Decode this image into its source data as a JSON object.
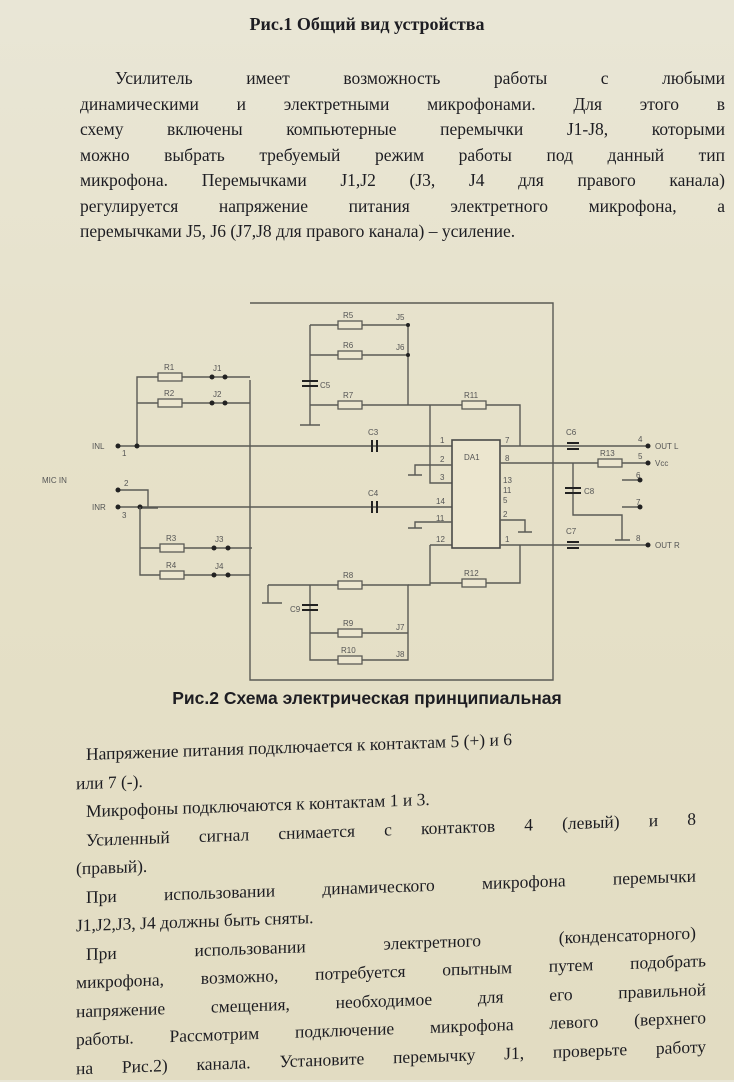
{
  "figure1_caption": "Рис.1 Общий вид устройства",
  "intro_lines": [
    "Усилитель имеет возможность работы с любыми",
    "динамическими и электретными микрофонами. Для этого в",
    "схему включены компьютерные перемычки J1-J8, которыми",
    "можно выбрать требуемый режим работы под данный тип",
    "микрофона. Перемычками J1,J2 (J3, J4 для правого канала)",
    "регулируется напряжение питания электретного микрофона, а",
    "перемычками J5, J6 (J7,J8 для правого канала) – усиление."
  ],
  "schematic": {
    "ports": {
      "in_l": "INL",
      "mic_in": "MIC IN",
      "in_r": "INR",
      "out_l": "OUT L",
      "vcc": "Vcc",
      "out_r": "OUT R"
    },
    "pins": [
      "1",
      "2",
      "3",
      "4",
      "5",
      "6",
      "7",
      "8"
    ],
    "chip": {
      "name": "DA1",
      "pins": [
        "1",
        "2",
        "3",
        "14",
        "11",
        "12",
        "7",
        "8",
        "13",
        "11",
        "5",
        "2",
        "1"
      ]
    },
    "components": {
      "R1": "R1",
      "R2": "R2",
      "R3": "R3",
      "R4": "R4",
      "R5": "R5",
      "R6": "R6",
      "R7": "R7",
      "R8": "R8",
      "R9": "R9",
      "R10": "R10",
      "R11": "R11",
      "R12": "R12",
      "R13": "R13",
      "C3": "C3",
      "C4": "C4",
      "C5": "C5",
      "C6": "C6",
      "C7": "C7",
      "C8": "C8",
      "C9": "C9",
      "J1": "J1",
      "J2": "J2",
      "J3": "J3",
      "J4": "J4",
      "J5": "J5",
      "J6": "J6",
      "J7": "J7",
      "J8": "J8"
    }
  },
  "figure2_caption": "Рис.2 Схема электрическая принципиальная",
  "body_lines": [
    "Напряжение питания подключается к контактам 5 (+) и  6",
    "или 7 (-).",
    "Микрофоны подключаются к контактам 1 и 3.",
    "Усиленный сигнал снимается с контактов 4 (левый) и 8",
    "(правый).",
    "При использовании динамического микрофона перемычки",
    "J1,J2,J3, J4 должны быть сняты.",
    "При использовании электретного (конденсаторного)",
    "микрофона, возможно, потребуется опытным путем подобрать",
    "напряжение смещения, необходимое для его правильной",
    "работы. Рассмотрим подключение микрофона левого (верхнего",
    "на Рис.2) канала. Установите перемычку J1, проверьте работу"
  ]
}
